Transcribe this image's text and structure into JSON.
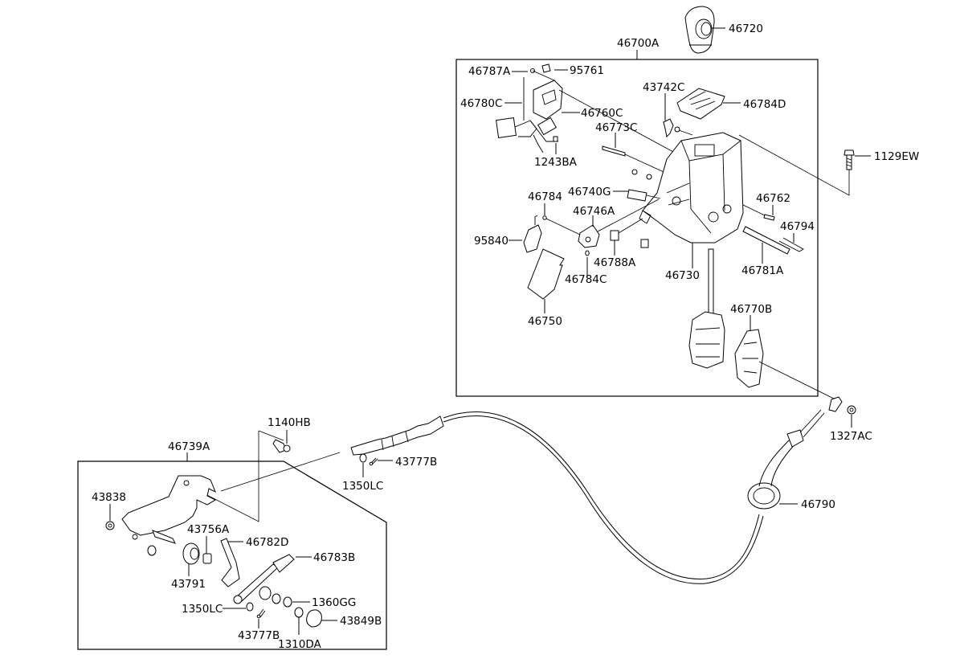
{
  "diagram": {
    "type": "exploded-parts-diagram",
    "subject": "Automatic transmission shift lever and control cable",
    "assemblies": [
      {
        "id": "upper",
        "label": "46700A"
      },
      {
        "id": "lower",
        "label": "46739A"
      }
    ],
    "labels": {
      "p46720": "46720",
      "p46700A": "46700A",
      "p46787A": "46787A",
      "p95761": "95761",
      "p46780C": "46780C",
      "p46760C": "46760C",
      "p43742C": "43742C",
      "p46784D": "46784D",
      "p46773C": "46773C",
      "p1243BA": "1243BA",
      "p1129EW": "1129EW",
      "p46784": "46784",
      "p46740G": "46740G",
      "p46746A": "46746A",
      "p46762": "46762",
      "p46794": "46794",
      "p95840": "95840",
      "p46788A": "46788A",
      "p46784C": "46784C",
      "p46730": "46730",
      "p46781A": "46781A",
      "p46750": "46750",
      "p46770B": "46770B",
      "p1140HB": "1140HB",
      "p46739A": "46739A",
      "p43777B_top": "43777B",
      "p1350LC_top": "1350LC",
      "p1327AC": "1327AC",
      "p46790": "46790",
      "p43838": "43838",
      "p43756A": "43756A",
      "p46782D": "46782D",
      "p46783B": "46783B",
      "p43791": "43791",
      "p1360GG": "1360GG",
      "p1350LC_bot": "1350LC",
      "p43849B": "43849B",
      "p43777B_bot": "43777B",
      "p1310DA": "1310DA"
    }
  }
}
